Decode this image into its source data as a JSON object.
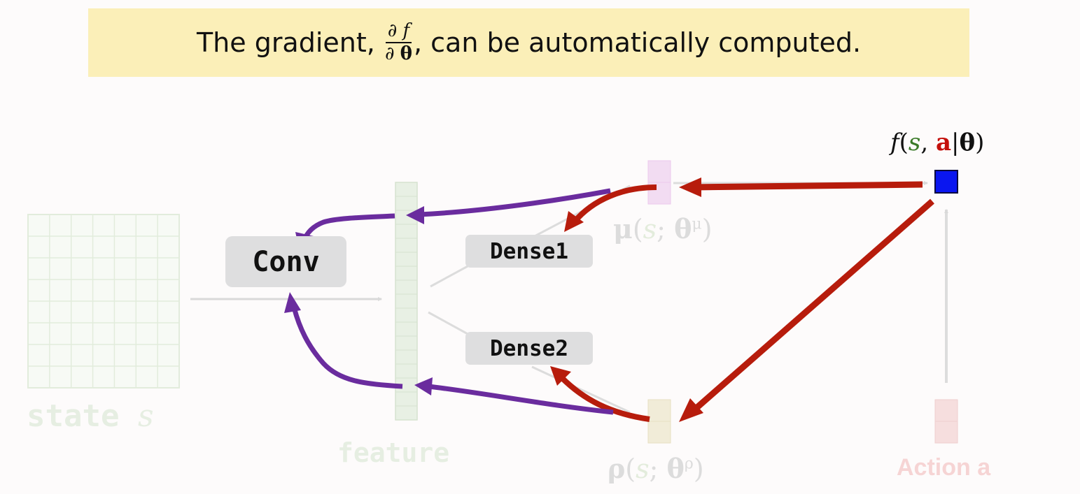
{
  "banner": {
    "prefix": "The gradient,",
    "frac_numerator": "∂ f",
    "frac_denominator_partial": "∂",
    "frac_denominator_symbol": "θ",
    "suffix": ", can be automatically computed."
  },
  "nodes": {
    "conv": "Conv",
    "dense1": "Dense1",
    "dense2": "Dense2",
    "state_word": "state",
    "state_var": "s",
    "feature": "feature",
    "action": "Action a"
  },
  "labels": {
    "mu": {
      "symbol": "μ",
      "open": "(",
      "s": "s",
      "sep": "; ",
      "theta": "θ",
      "sup": "μ",
      "close": ")"
    },
    "rho": {
      "symbol": "ρ",
      "open": "(",
      "s": "s",
      "sep": "; ",
      "theta": "θ",
      "sup": "ρ",
      "close": ")"
    },
    "f": {
      "f": "f",
      "open": "(",
      "s": "s",
      "comma": ", ",
      "a": "a",
      "bar": "|",
      "theta": "θ",
      "close": ")"
    }
  },
  "colors": {
    "banner": "#fbefb8",
    "backprop_red": "#b71c0c",
    "backprop_purple": "#6a2c9e",
    "output_node": "#0a16f0",
    "faded_arrow": "#d9d9d9",
    "faded_green": "#e8f0e4",
    "faded_pink": "#f6dede",
    "faded_purple": "#f2dcf2",
    "faded_beige": "#f1ecd8",
    "s_green": "#3a7a28",
    "a_red": "#c4100c"
  }
}
